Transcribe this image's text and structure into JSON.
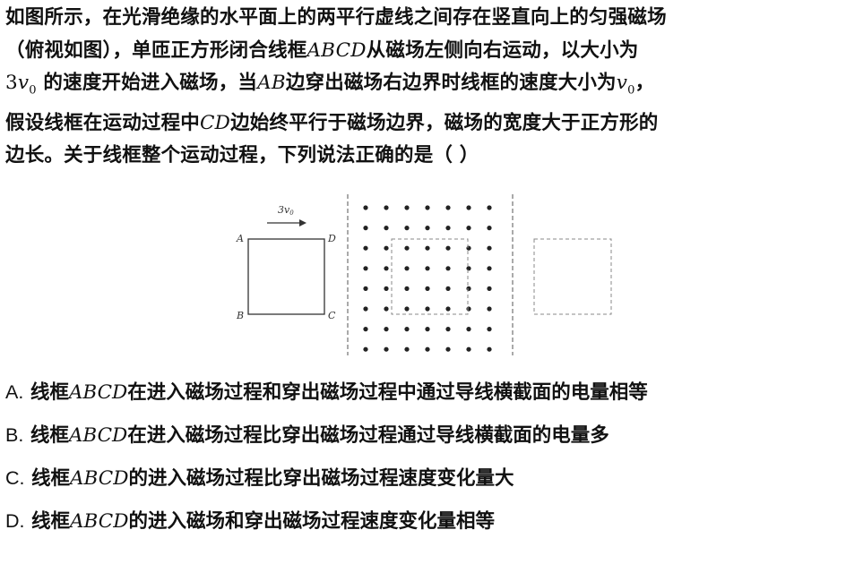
{
  "question": {
    "l1": "如图所示，在光滑绝缘的水平面上的两平行虚线之间存在竖直向上的匀强磁场",
    "l2a": "（俯视如图），单匝正方形闭合线框",
    "abcd": "ABCD",
    "l2b": "从磁场左侧向右运动，以大小为",
    "l3coef": "3",
    "v": "v",
    "zero": "0",
    "l3a": "的速度开始进入磁场，当",
    "ab": "AB",
    "l3b": "边穿出磁场右边界时线框的速度大小为",
    "comma": "，",
    "l4a": "假设线框在运动过程中",
    "cd": "CD",
    "l4b": "边始终平行于磁场边界，磁场的宽度大于正方形的",
    "l5": "边长。关于线框整个运动过程，下列说法正确的是（    ）"
  },
  "figure": {
    "velocity_label": "3v",
    "velocity_sub": "0",
    "labels": {
      "A": "A",
      "B": "B",
      "C": "C",
      "D": "D"
    }
  },
  "options": [
    {
      "letter": "A.",
      "pre": "线框",
      "name": "ABCD",
      "text": "在进入磁场过程和穿出磁场过程中通过导线横截面的电量相等"
    },
    {
      "letter": "B.",
      "pre": "线框",
      "name": "ABCD",
      "text": "在进入磁场过程比穿出磁场过程通过导线横截面的电量多"
    },
    {
      "letter": "C.",
      "pre": "线框",
      "name": "ABCD",
      "text": "的进入磁场过程比穿出磁场过程速度变化量大"
    },
    {
      "letter": "D.",
      "pre": "线框",
      "name": "ABCD",
      "text": "的进入磁场和穿出磁场过程速度变化量相等"
    }
  ]
}
